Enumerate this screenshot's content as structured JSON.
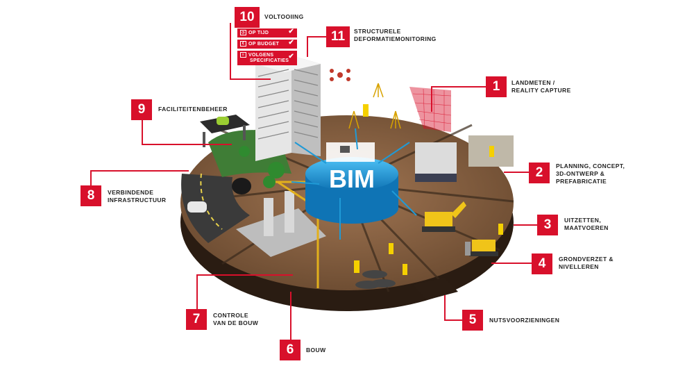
{
  "center_label": "BIM",
  "steps": [
    {
      "number": "1",
      "label_lines": [
        "LANDMETEN /",
        "REALITY CAPTURE"
      ]
    },
    {
      "number": "2",
      "label_lines": [
        "PLANNING, CONCEPT,",
        "3D-ONTWERP &",
        "PREFABRICATIE"
      ]
    },
    {
      "number": "3",
      "label_lines": [
        "UITZETTEN,",
        "MAATVOEREN"
      ]
    },
    {
      "number": "4",
      "label_lines": [
        "GRONDVERZET &",
        "NIVELLEREN"
      ]
    },
    {
      "number": "5",
      "label_lines": [
        "NUTSVOORZIENINGEN"
      ]
    },
    {
      "number": "6",
      "label_lines": [
        "BOUW"
      ]
    },
    {
      "number": "7",
      "label_lines": [
        "CONTROLE",
        "VAN DE BOUW"
      ]
    },
    {
      "number": "8",
      "label_lines": [
        "VERBINDENDE",
        "INFRASTRUCTUUR"
      ]
    },
    {
      "number": "9",
      "label_lines": [
        "FACILITEITENBEHEER"
      ]
    },
    {
      "number": "10",
      "label_lines": [
        "VOLTOOIING"
      ]
    },
    {
      "number": "11",
      "label_lines": [
        "STRUCTURELE",
        "DEFORMATIEMONITORING"
      ]
    }
  ],
  "completion_checks": [
    {
      "label_lines": [
        "OP TIJD"
      ],
      "icon": "clock-icon"
    },
    {
      "label_lines": [
        "OP BUDGET"
      ],
      "icon": "money-icon"
    },
    {
      "label_lines": [
        "VOLGENS",
        "SPECIFICATIES"
      ],
      "icon": "document-icon"
    }
  ],
  "colors": {
    "accent": "#d8102b",
    "bim_blue": "#1f9ad6",
    "soil": "#6b4a2f",
    "road": "#2f2f2f"
  }
}
